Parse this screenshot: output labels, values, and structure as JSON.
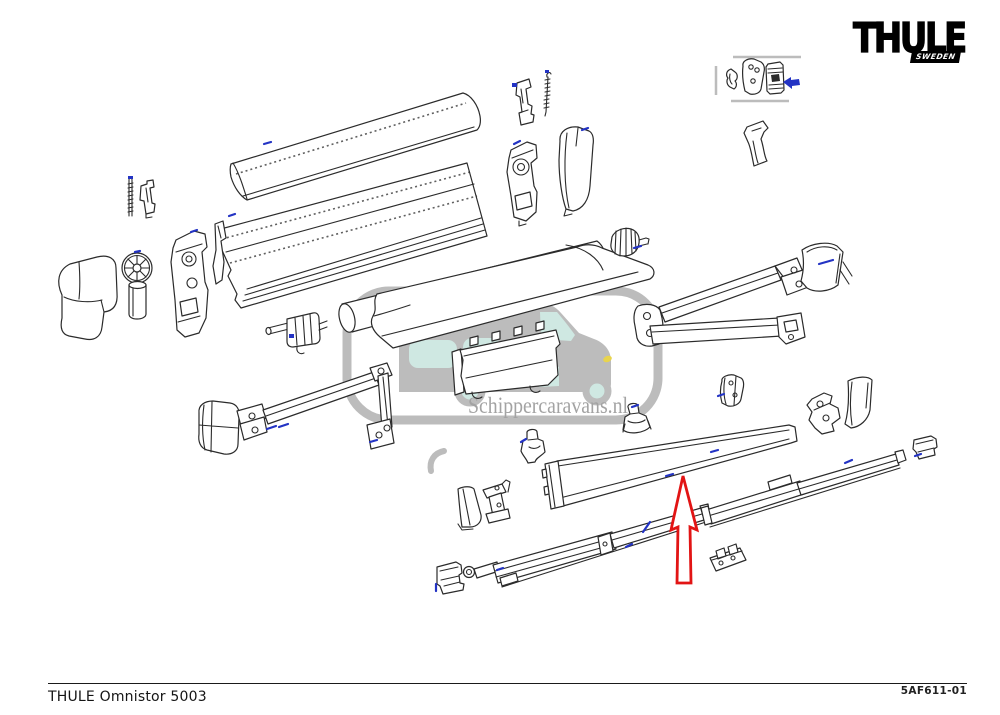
{
  "header": {
    "brand": "THULE",
    "registered_mark": "®",
    "brand_sub": "SWEDEN"
  },
  "watermark": {
    "text": "Schippercaravans.nl"
  },
  "footer": {
    "model": "THULE Omnistor 5003",
    "drawing_code": "5AF611-01"
  },
  "colors": {
    "background": "#ffffff",
    "line_art": "#2b2b2b",
    "highlight_arrow_red": "#e21414",
    "marker_blue": "#2333c4",
    "watermark_gray": "#bcbcbc",
    "watermark_mint": "#cfe8e2",
    "headlight_yellow": "#e8d44d"
  },
  "icons": {
    "red_arrow": "up-arrow-outline-highlighting-lead-rail",
    "blue_arrow": "left-arrow-solid-marker"
  }
}
